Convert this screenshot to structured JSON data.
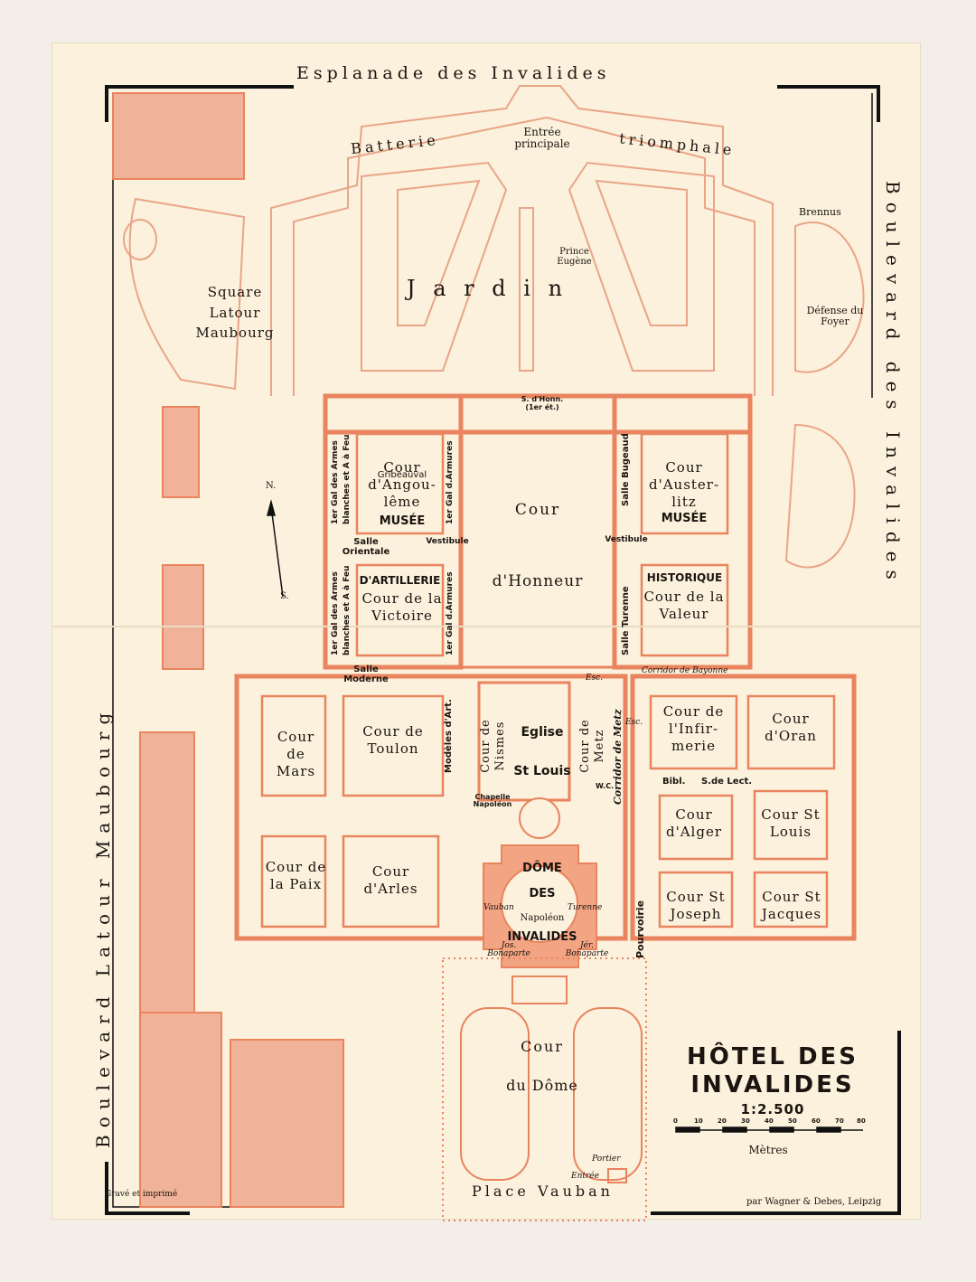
{
  "map": {
    "title_line1": "HÔTEL DES",
    "title_line2": "INVALIDES",
    "scale": "1:2.500",
    "scale_ticks": [
      "0",
      "10",
      "20",
      "30",
      "40",
      "50",
      "60",
      "70",
      "80"
    ],
    "scale_unit": "Mètres",
    "credit_left": "Gravé et imprimé",
    "credit_right": "par Wagner & Debes, Leipzig"
  },
  "streets": {
    "esplanade": "Esplanade des Invalides",
    "bd_latour": "Boulevard Latour Maubourg",
    "bd_invalides": "Boulevard des Invalides",
    "place_vauban": "Place Vauban"
  },
  "garden": {
    "batterie": "Batterie",
    "triomphale": "triomphale",
    "entree": "Entrée principale",
    "jardin": "J a r d i n",
    "prince": "Prince Eugène",
    "brennus": "Brennus",
    "defense": "Défense du Foyer",
    "square": "Square Latour Maubourg",
    "north": "N.",
    "south": "S."
  },
  "courts": {
    "angouleme": "Cour d'Angou-lême",
    "gribeauval": "Gribeauval",
    "musee1": "MUSÉE",
    "artillerie": "D'ARTILLERIE",
    "victoire": "Cour de la Victoire",
    "honneur_cour": "Cour",
    "honneur": "d'Honneur",
    "austerlitz": "Cour d'Auster-litz",
    "musee2": "MUSÉE",
    "historique": "HISTORIQUE",
    "valeur": "Cour de la Valeur",
    "mars": "Cour de Mars",
    "toulon": "Cour de Toulon",
    "nismes": "Cour de Nismes",
    "eglise": "Eglise",
    "stlouis_eglise": "St Louis",
    "metz": "Cour de Metz",
    "infirmerie": "Cour de l'Infir-merie",
    "oran": "Cour d'Oran",
    "alger": "Cour d'Alger",
    "stlouis": "Cour St Louis",
    "paix": "Cour de la Paix",
    "arles": "Cour d'Arles",
    "stjoseph": "Cour St Joseph",
    "stjacques": "Cour St Jacques",
    "dome1": "DÔME",
    "dome2": "DES",
    "dome3": "INVALIDES",
    "vauban": "Vauban",
    "turenne": "Turenne",
    "napoleon": "Napoléon",
    "jos": "Jos. Bonaparte",
    "jer": "Jér. Bonaparte",
    "cour_dome": "Cour",
    "du_dome": "du Dôme",
    "portier": "Portier",
    "entree2": "Entrée"
  },
  "rooms": {
    "honn": "S. d'Honn. (1er ét.)",
    "galarmes1": "1er Gal des Armes",
    "blanches1": "blanches et A à Feu",
    "galarmures1": "1er Gal d.Armures",
    "orientale": "Salle Orientale",
    "vestibule1": "Vestibule",
    "vestibule2": "Vestibule",
    "galarmes2": "1er Gal des Armes",
    "blanches2": "blanches et A à Feu",
    "galarmures2": "1er Gal d.Armures",
    "moderne": "Salle Moderne",
    "modeles": "Modèles d'Art.",
    "bugeaud": "Salle Bugeaud",
    "turenne_salle": "Salle Turenne",
    "bayonne": "Corridor de Bayonne",
    "corridor_metz": "Corridor de Metz",
    "esc1": "Esc.",
    "esc2": "Esc.",
    "wc": "W.C.",
    "bibl": "Bibl.",
    "lect": "S.de Lect.",
    "chapelle": "Chapelle Napoléon",
    "pourvoirie": "Pourvoirie"
  },
  "colors": {
    "paper": "#fbf1dc",
    "ink": "#1b1410",
    "map": "#e9845f",
    "map_fill": "#f2b89c"
  }
}
